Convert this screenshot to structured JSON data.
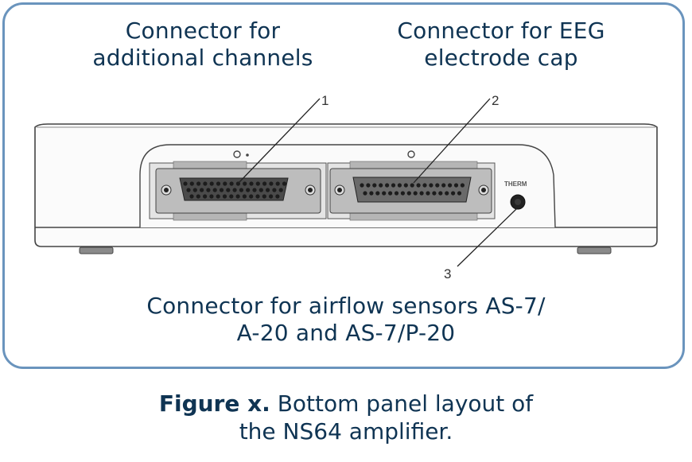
{
  "labels": {
    "connector_1": {
      "line1": "Connector for",
      "line2": "additional channels"
    },
    "connector_2": {
      "line1": "Connector for EEG",
      "line2": "electrode cap"
    },
    "connector_3": {
      "line1": "Connector for airflow sensors AS-7/",
      "line2": "A-20 and AS-7/P-20"
    }
  },
  "callouts": [
    "1",
    "2",
    "3"
  ],
  "panel": {
    "therm_label": "THERM"
  },
  "caption": {
    "bold": "Figure x.",
    "line1_rest": " Bottom panel layout of",
    "line2": "the NS64 amplifier."
  },
  "colors": {
    "frame": "#6a94bd",
    "text": "#0f3453"
  }
}
